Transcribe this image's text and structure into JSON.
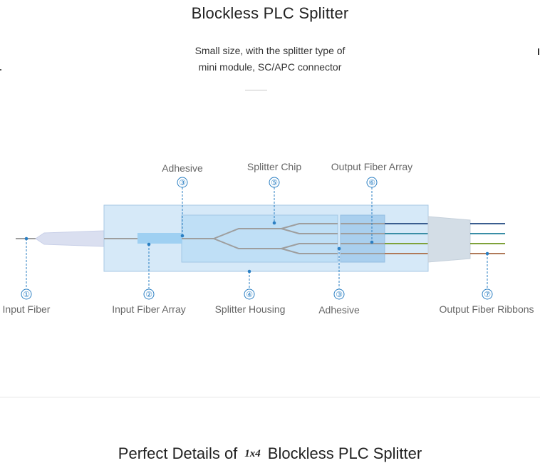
{
  "header": {
    "title": "Blockless PLC Splitter",
    "subtitle_lines": [
      "Small size, with the splitter type of",
      "mini module, SC/APC connector"
    ]
  },
  "diagram": {
    "callouts": [
      {
        "id": "input-fiber",
        "number": "①",
        "label": "Input Fiber"
      },
      {
        "id": "input-fiber-array",
        "number": "②",
        "label": "Input Fiber Array"
      },
      {
        "id": "adhesive-top",
        "number": "③",
        "label": "Adhesive"
      },
      {
        "id": "splitter-housing",
        "number": "④",
        "label": "Splitter Housing"
      },
      {
        "id": "splitter-chip",
        "number": "⑤",
        "label": "Splitter Chip"
      },
      {
        "id": "adhesive-bottom",
        "number": "③",
        "label": "Adhesive"
      },
      {
        "id": "output-fiber-array",
        "number": "⑥",
        "label": "Output Fiber Array"
      },
      {
        "id": "output-fiber-ribbons",
        "number": "⑦",
        "label": "Output Fiber Ribbons"
      }
    ],
    "colors": {
      "callout": "#2b7fc3",
      "housing_fill": "#d6e9f8",
      "chip_fill": "#bfdff6",
      "fiber_gray": "#9e9e9e",
      "boot_gray": "#d3dde6",
      "ribbon_colors": [
        "#3a5d8f",
        "#3a8ea6",
        "#7fa23a",
        "#b07a5a"
      ]
    }
  },
  "footer": {
    "title_prefix": "Perfect Details of",
    "title_ratio": "1x4",
    "title_suffix": "Blockless PLC Splitter"
  }
}
